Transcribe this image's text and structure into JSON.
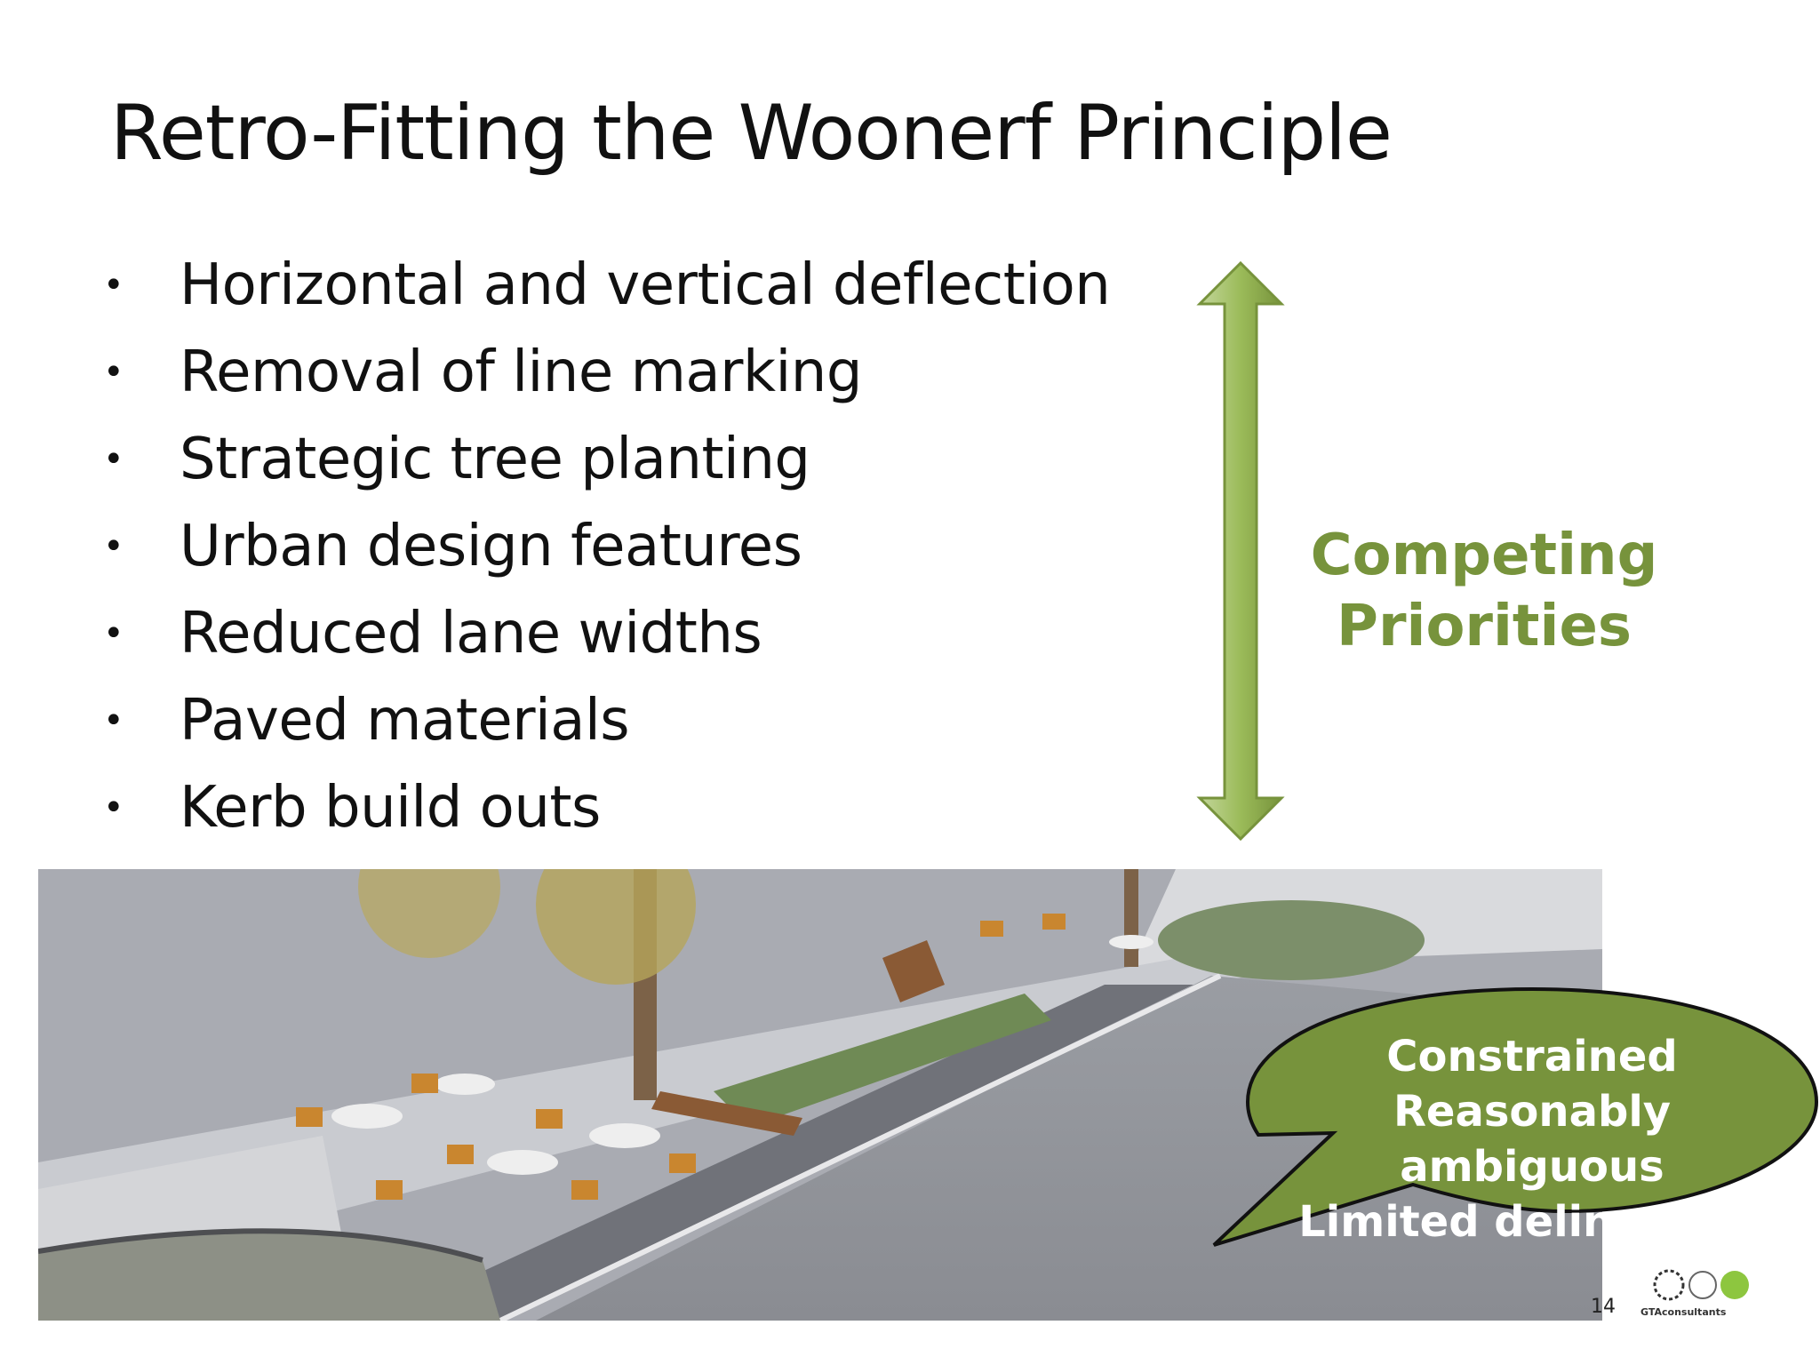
{
  "slide": {
    "title": "Retro-Fitting the Woonerf Principle",
    "bullets": [
      "Horizontal and vertical deflection",
      "Removal of line marking",
      "Strategic tree planting",
      "Urban design features",
      "Reduced lane widths",
      "Paved materials",
      "Kerb build outs"
    ],
    "arrow_label": [
      "Competing",
      "Priorities"
    ],
    "speech_bubble": [
      "Constrained",
      "Reasonably ambiguous",
      "Limited delineation"
    ],
    "page_number": "14",
    "logo_text": "GTAconsultants",
    "colors": {
      "accent_green": "#77933c",
      "bubble_fill": "#77933c",
      "text": "#111111"
    },
    "icons": {
      "bidirectional_arrow": "double-headed-arrow-icon",
      "logo": "company-logo"
    }
  }
}
